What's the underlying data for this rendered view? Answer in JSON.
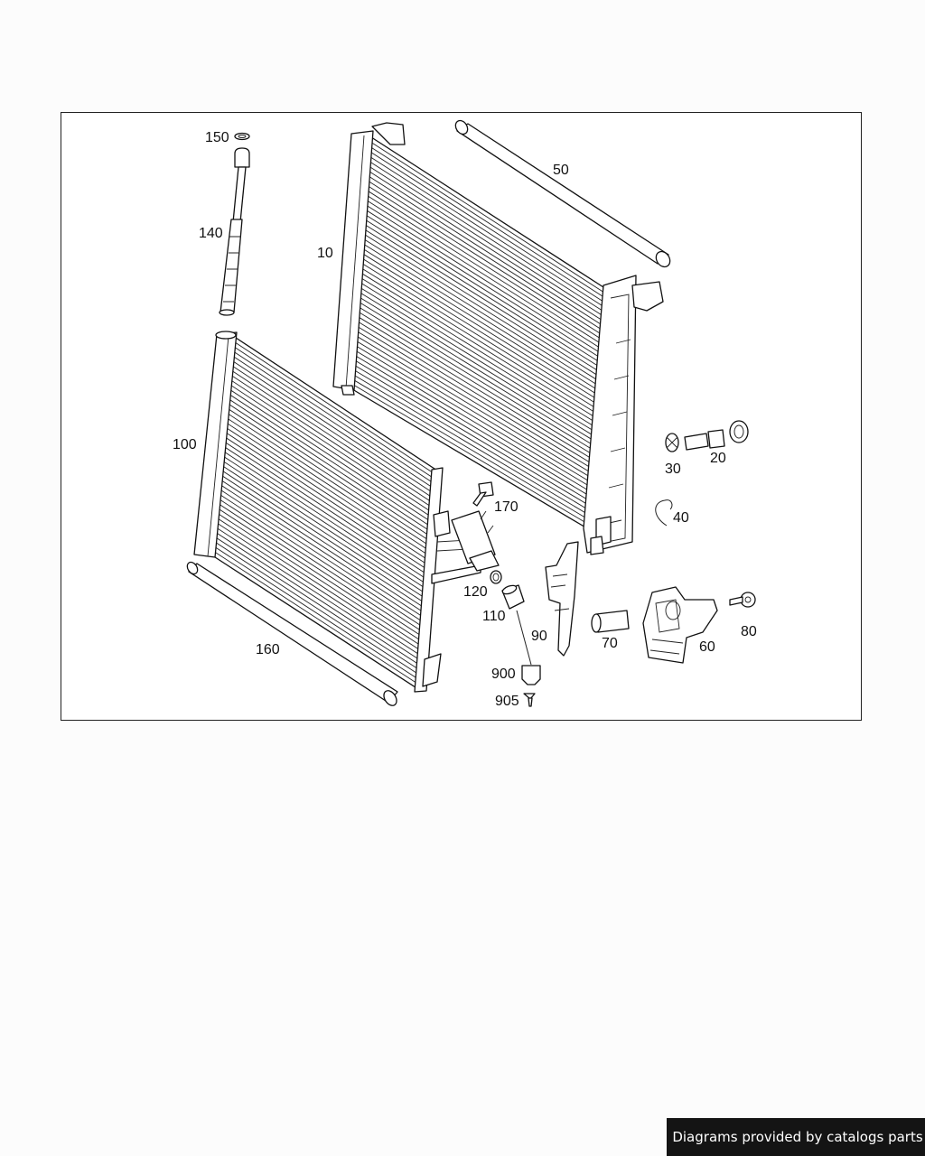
{
  "diagram": {
    "labels": {
      "p150": "150",
      "p140": "140",
      "p10": "10",
      "p50": "50",
      "p100": "100",
      "p160": "160",
      "p170": "170",
      "p120": "120",
      "p110": "110",
      "p900": "900",
      "p905": "905",
      "p90": "90",
      "p70": "70",
      "p60": "60",
      "p80": "80",
      "p30": "30",
      "p20": "20",
      "p40": "40"
    }
  },
  "footer": {
    "credit_text": "Diagrams provided by catalogs parts"
  },
  "colors": {
    "line": "#111111",
    "background": "#fcfcfc",
    "banner": "#141414"
  }
}
